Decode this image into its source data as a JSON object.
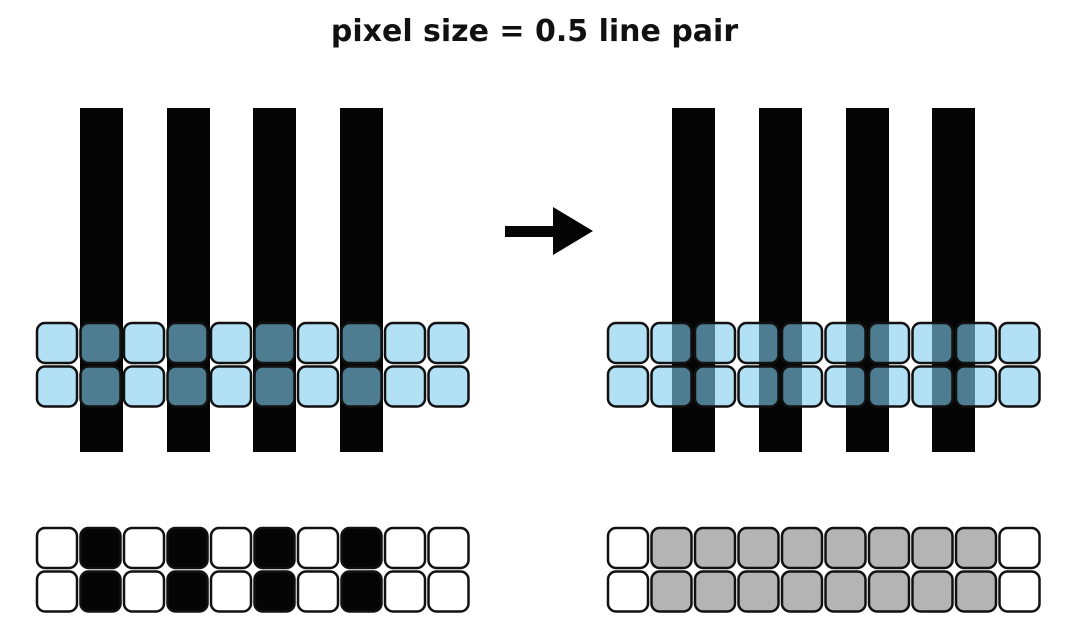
{
  "title": "pixel size = 0.5 line pair",
  "colors": {
    "bar": "#050505",
    "pixel_blue": "#7ecbef",
    "pixel_border": "#111111",
    "pixel_white": "#ffffff",
    "pixel_black": "#050505",
    "pixel_gray": "#b4b4b4"
  },
  "panels": [
    {
      "id": "aligned",
      "bars": 4,
      "pixel_columns": 10,
      "pixel_rows": 2,
      "output_row": [
        "white",
        "black",
        "white",
        "black",
        "white",
        "black",
        "white",
        "black",
        "white",
        "white"
      ]
    },
    {
      "id": "offset",
      "bars": 4,
      "pixel_columns": 10,
      "pixel_rows": 2,
      "output_row": [
        "white",
        "gray",
        "gray",
        "gray",
        "gray",
        "gray",
        "gray",
        "gray",
        "gray",
        "white"
      ]
    }
  ],
  "arrow_icon": "right-arrow-icon"
}
